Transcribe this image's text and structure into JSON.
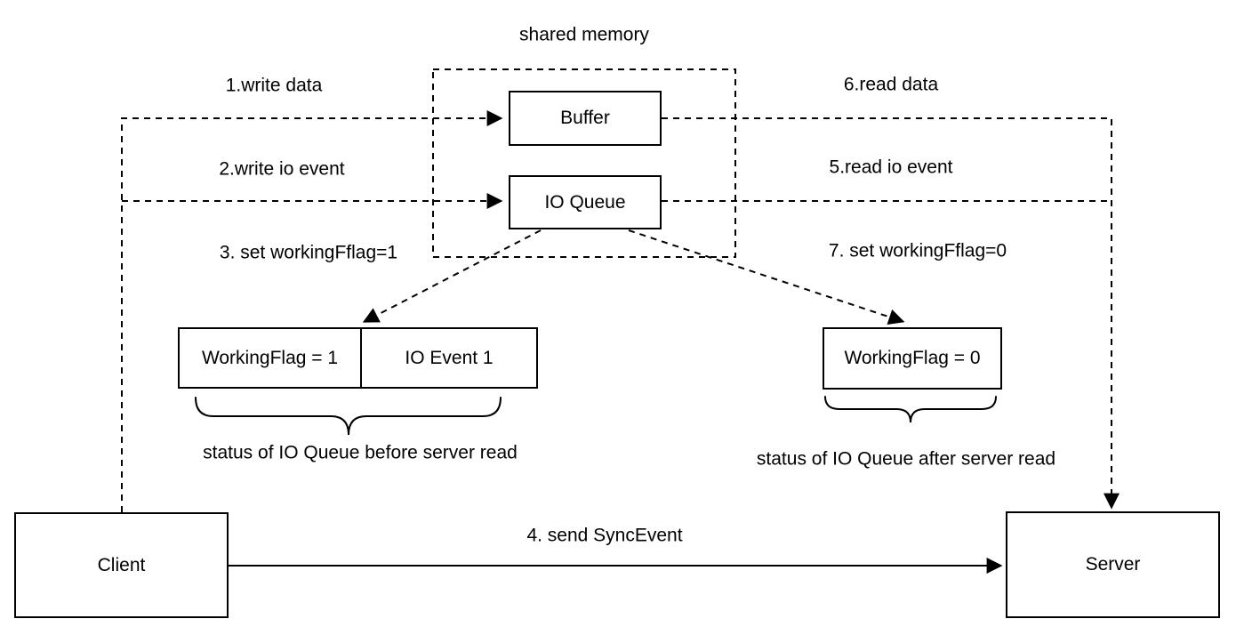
{
  "diagram": {
    "title": "shared memory",
    "nodes": {
      "buffer": "Buffer",
      "io_queue": "IO Queue",
      "working_flag_1": "WorkingFlag = 1",
      "io_event_1": "IO Event 1",
      "working_flag_0": "WorkingFlag = 0",
      "client": "Client",
      "server": "Server"
    },
    "edge_labels": {
      "write_data": "1.write data",
      "write_io_event": "2.write io event",
      "set_workingflag_1": "3. set workingFflag=1",
      "send_syncevent": "4. send SyncEvent",
      "read_io_event": "5.read io event",
      "read_data": "6.read data",
      "set_workingflag_0": "7. set workingFflag=0"
    },
    "captions": {
      "before_read": "status of IO Queue before server read",
      "after_read": "status of IO Queue after server read"
    },
    "colors": {
      "line": "#000000",
      "background": "#ffffff",
      "text": "#000000"
    }
  }
}
